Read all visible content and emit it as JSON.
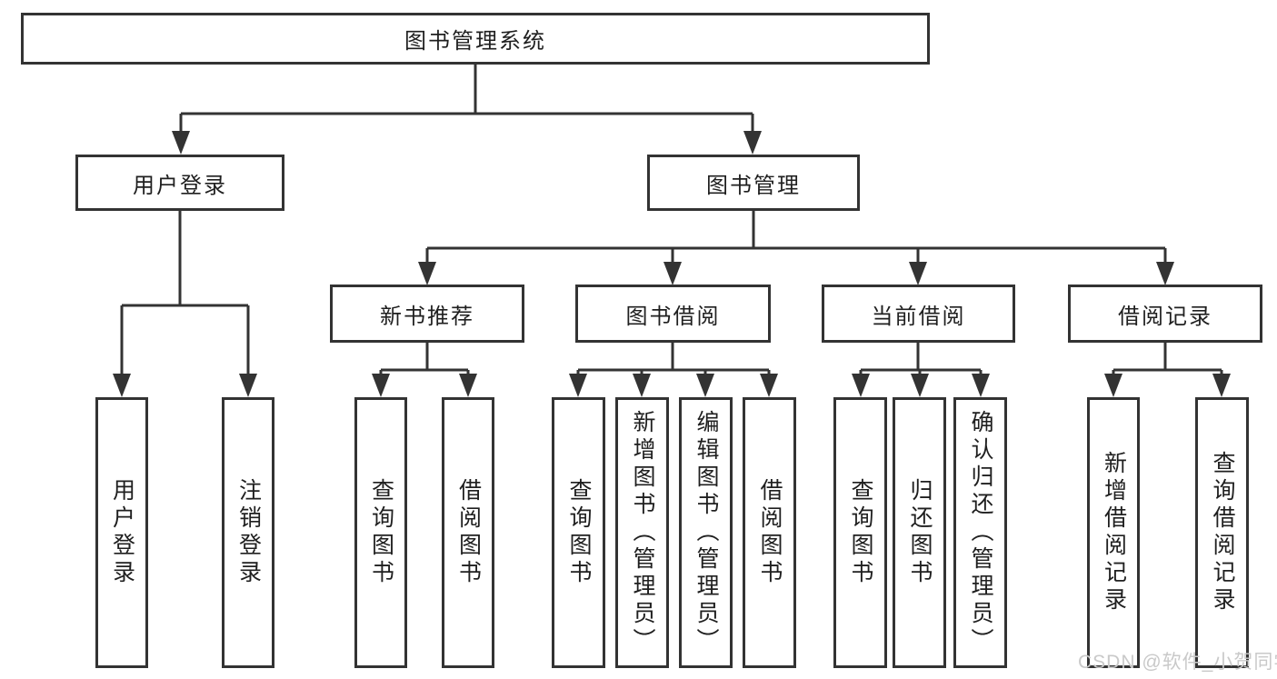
{
  "diagram": {
    "colors": {
      "line": "#333333",
      "box_border": "#333333",
      "text": "#1f1f1f",
      "background": "#ffffff",
      "watermark": "#c9c9c9"
    },
    "tree": {
      "label": "图书管理系统",
      "children": [
        {
          "label": "用户登录",
          "children": [
            {
              "label": "用户登录"
            },
            {
              "label": "注销登录"
            }
          ]
        },
        {
          "label": "图书管理",
          "children": [
            {
              "label": "新书推荐",
              "children": [
                {
                  "label": "查询图书"
                },
                {
                  "label": "借阅图书"
                }
              ]
            },
            {
              "label": "图书借阅",
              "children": [
                {
                  "label": "查询图书"
                },
                {
                  "label": "新增图书（管理员）"
                },
                {
                  "label": "编辑图书（管理员）"
                },
                {
                  "label": "借阅图书"
                }
              ]
            },
            {
              "label": "当前借阅",
              "children": [
                {
                  "label": "查询图书"
                },
                {
                  "label": "归还图书"
                },
                {
                  "label": "确认归还（管理员）"
                }
              ]
            },
            {
              "label": "借阅记录",
              "children": [
                {
                  "label": "新增借阅记录"
                },
                {
                  "label": "查询借阅记录"
                }
              ]
            }
          ]
        }
      ]
    },
    "watermark": {
      "text": "CSDN @软件_小贺同学"
    }
  }
}
